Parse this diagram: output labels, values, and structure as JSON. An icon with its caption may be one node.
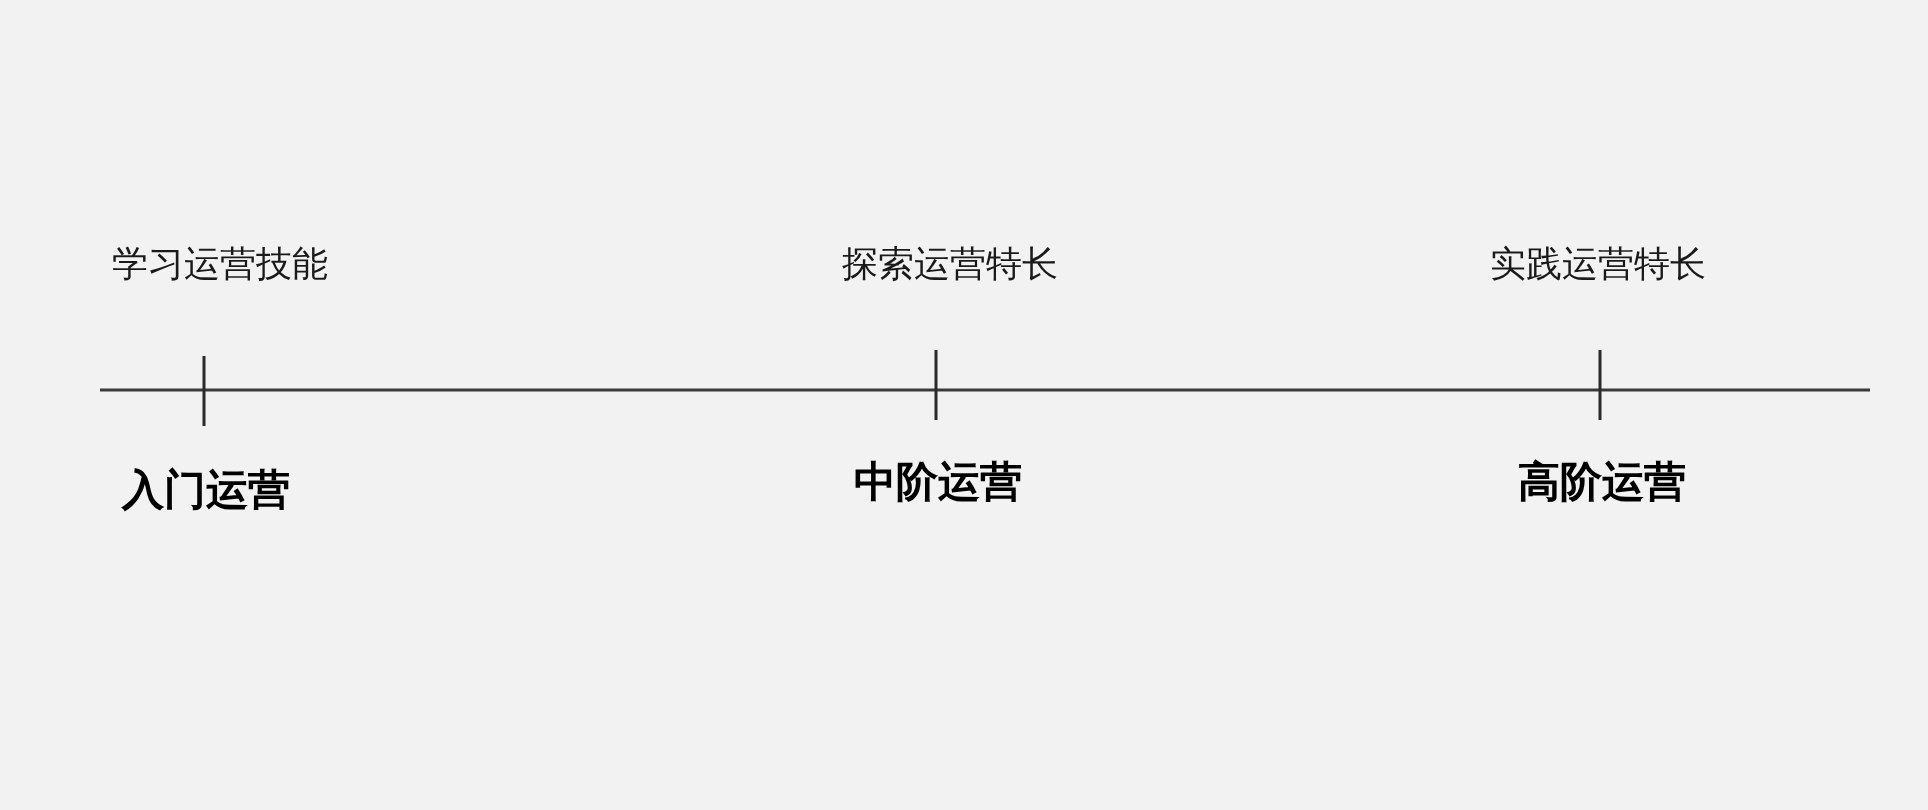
{
  "diagram": {
    "labels": [
      "学习运营技能",
      "探索运营特长",
      "实践运营特长",
      "入门运营",
      "中阶运营",
      "高阶运营"
    ]
  }
}
